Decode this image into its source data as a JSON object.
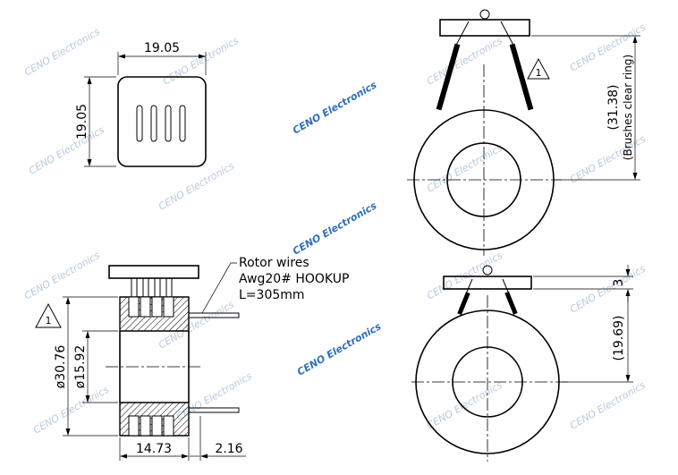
{
  "watermark": {
    "text": "CENO Electronics",
    "color_faint": "#b8c9df",
    "color_strong": "#2f6fb8"
  },
  "top_left_view": {
    "width_dim": "19.05",
    "height_dim": "19.05"
  },
  "side_view": {
    "note_line1": "Rotor wires",
    "note_line2": "Awg20# HOOKUP",
    "note_line3": "L=305mm",
    "outer_diameter": "ø30.76",
    "inner_diameter": "ø15.92",
    "length_dim": "14.73",
    "offset_dim": "2.16",
    "revision_mark": "1"
  },
  "top_right_view": {
    "dim_value": "(31.38)",
    "dim_note": "(Brushes clear ring)",
    "revision_mark": "1"
  },
  "bottom_right_view": {
    "dim_value": "(19.69)",
    "top_dim": "3"
  }
}
